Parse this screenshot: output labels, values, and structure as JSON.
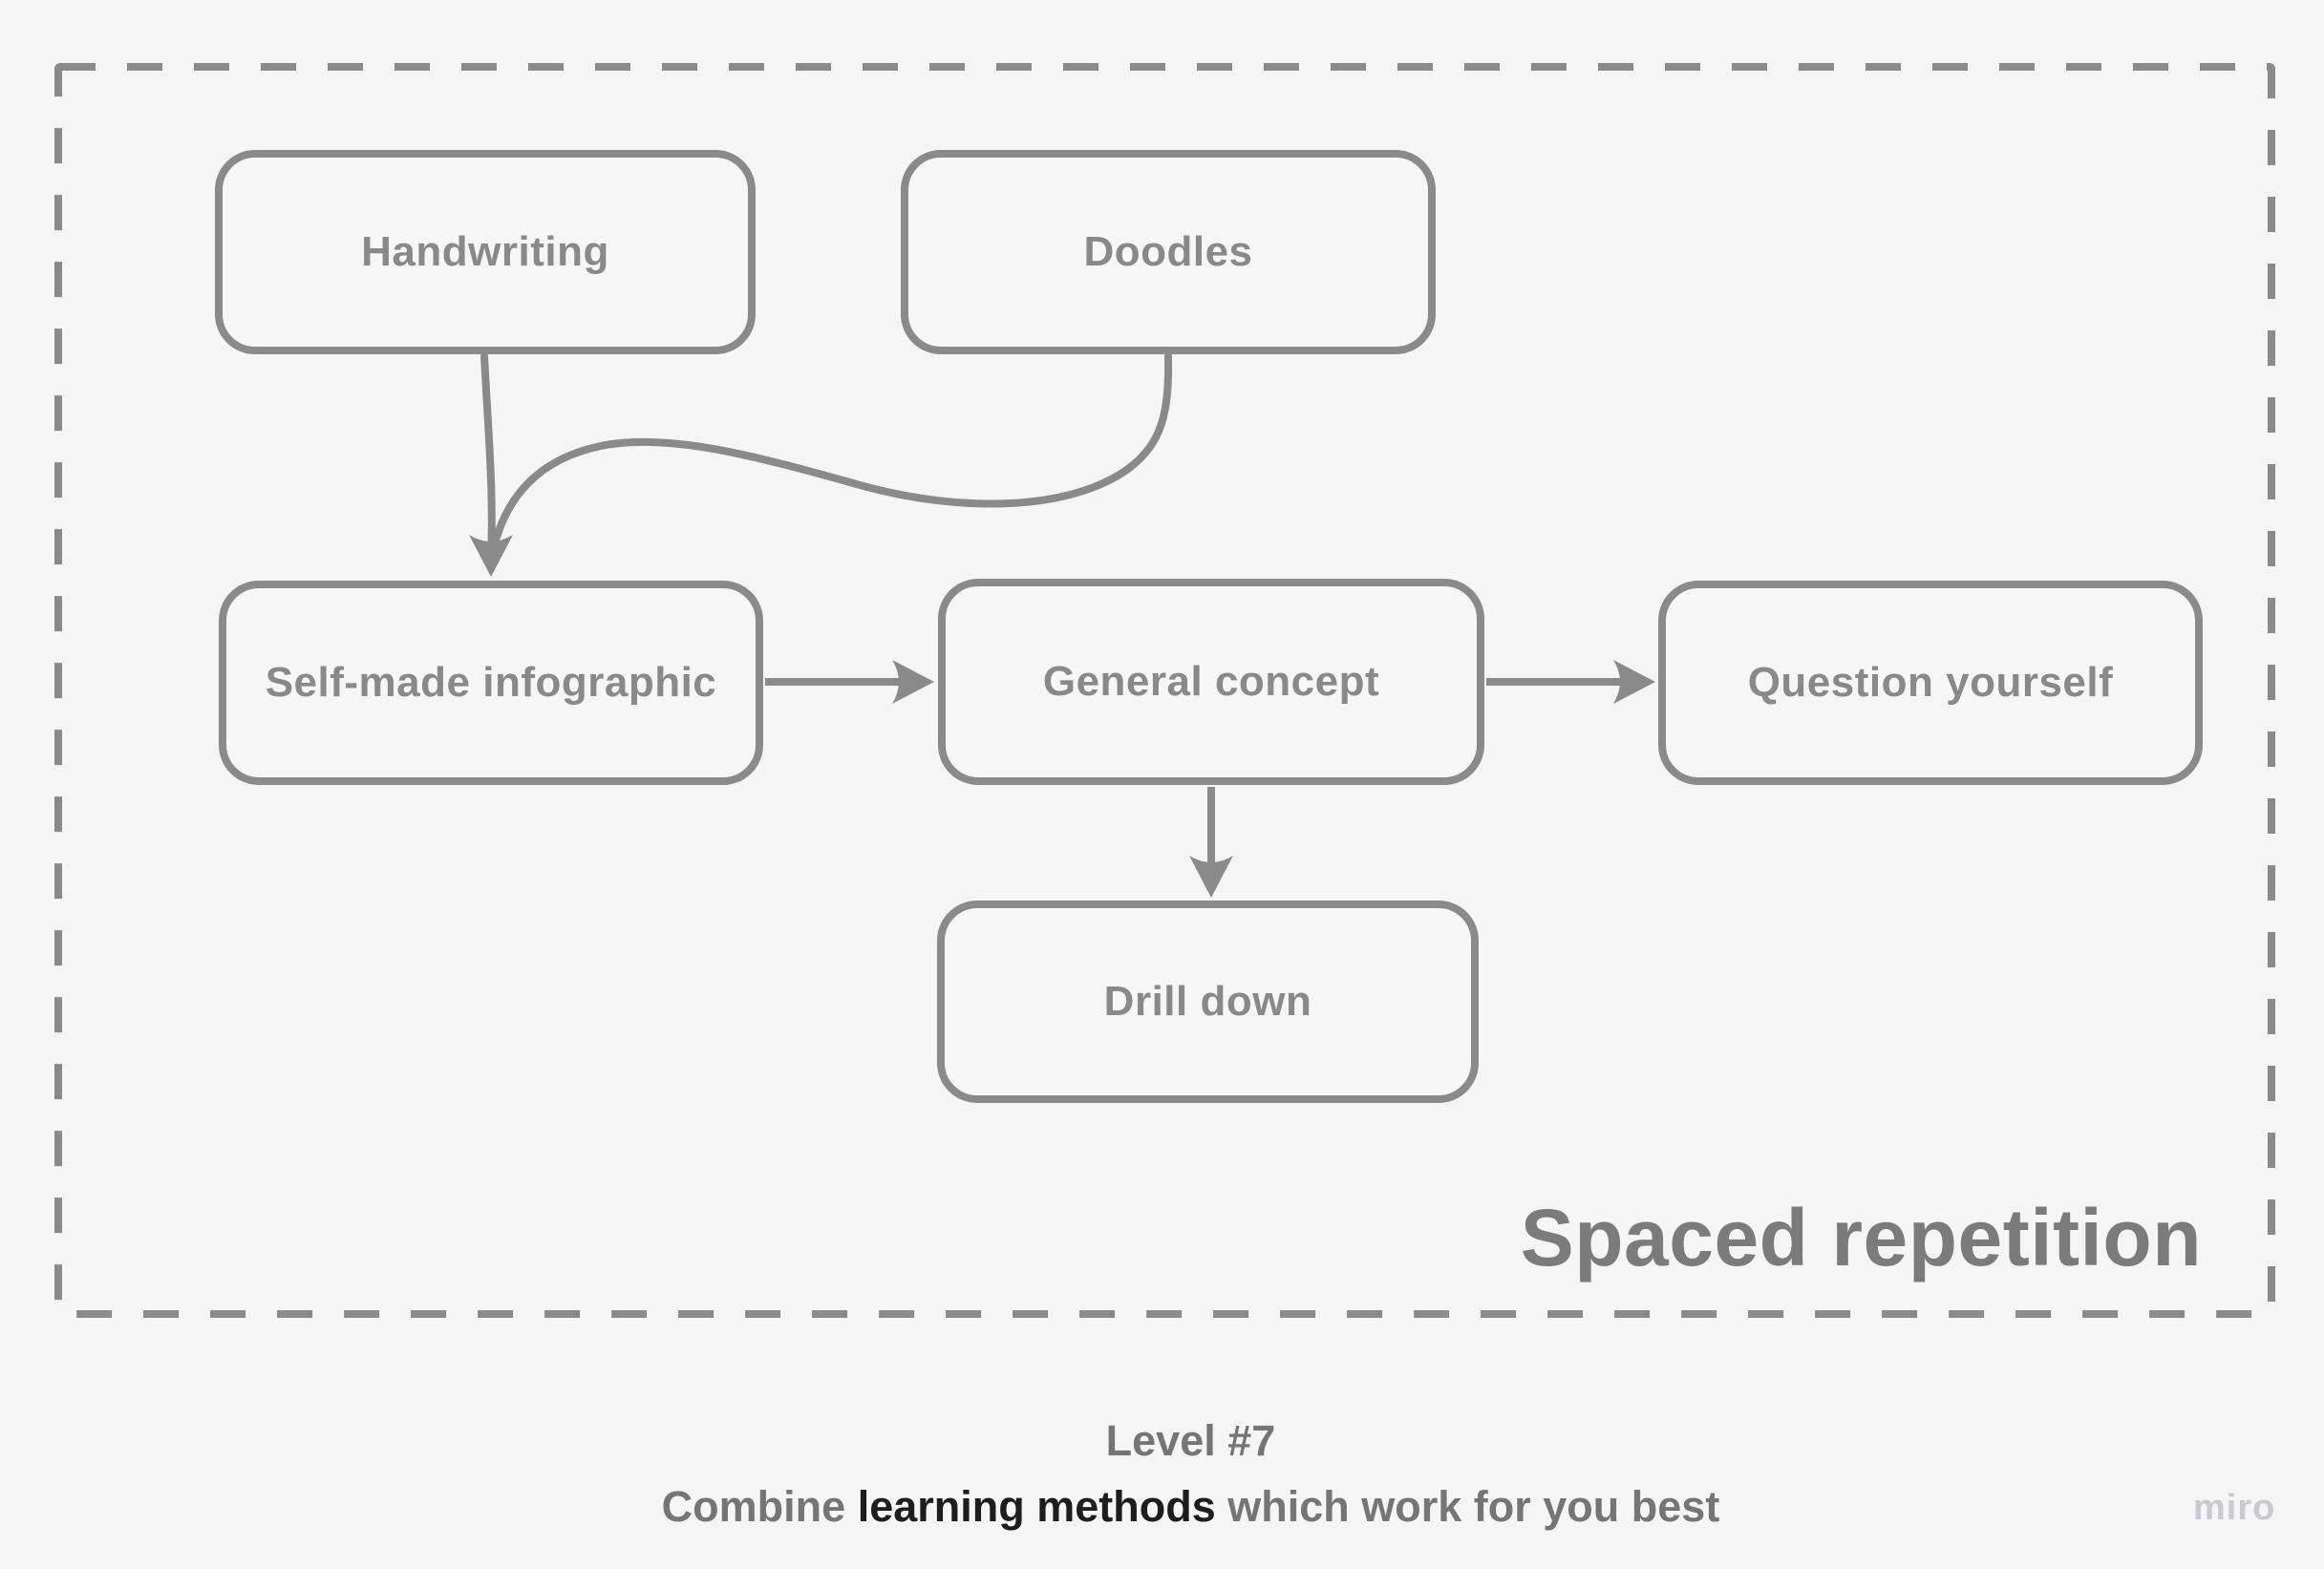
{
  "board": {
    "background_color": "#f5f5f6",
    "stroke_color": "#8a8a8a"
  },
  "frame": {
    "title": "Spaced repetition"
  },
  "nodes": [
    {
      "id": "handwriting",
      "label": "Handwriting"
    },
    {
      "id": "doodles",
      "label": "Doodles"
    },
    {
      "id": "self-made-infographic",
      "label": "Self-made infographic"
    },
    {
      "id": "general-concept",
      "label": "General concept"
    },
    {
      "id": "question-yourself",
      "label": "Question yourself"
    },
    {
      "id": "drill-down",
      "label": "Drill down"
    }
  ],
  "connectors": [
    {
      "from": "Handwriting",
      "to": "Self-made infographic"
    },
    {
      "from": "Doodles",
      "to": "Self-made infographic"
    },
    {
      "from": "Self-made infographic",
      "to": "General concept"
    },
    {
      "from": "General concept",
      "to": "Question yourself"
    },
    {
      "from": "General concept",
      "to": "Drill down"
    }
  ],
  "caption": {
    "line1": "Level #7",
    "line2_prefix": "Combine ",
    "line2_highlight": "learning methods",
    "line2_suffix": " which work for you best"
  },
  "watermark": "miro"
}
